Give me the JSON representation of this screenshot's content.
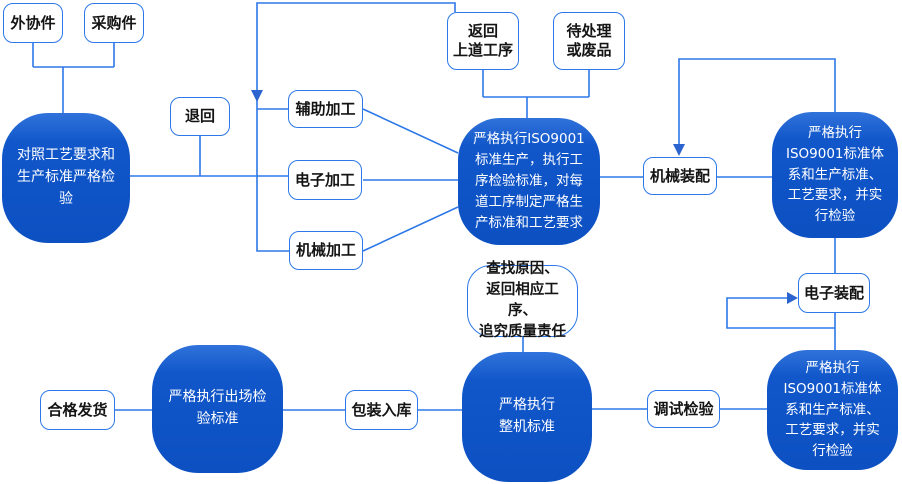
{
  "colors": {
    "blue_node_fill": "#0d53c6",
    "blue_node_fill_light": "#3173db",
    "connector_line": "#2d78e8",
    "arrowhead": "#2b63cf",
    "white_node_border": "#2d78e8",
    "white_node_text": "#141414",
    "blue_node_text": "#ffffff",
    "background": "#ffffff"
  },
  "nodes": {
    "outsourced_parts": {
      "label": "外协件"
    },
    "purchased_parts": {
      "label": "采购件"
    },
    "incoming_inspection": {
      "label": "对照工艺要求和\n生产标准严格检\n验"
    },
    "return_back": {
      "label": "退回"
    },
    "auxiliary_processing": {
      "label": "辅助加工"
    },
    "electronic_processing": {
      "label": "电子加工"
    },
    "mechanical_processing": {
      "label": "机械加工"
    },
    "return_previous_process": {
      "label": "返回\n上道工序"
    },
    "pending_or_scrap": {
      "label": "待处理\n或废品"
    },
    "iso9001_production": {
      "label": "严格执行ISO9001\n标准生产，执行工\n序检验标准，对每\n道工序制定严格生\n产标准和工艺要求"
    },
    "mechanical_assembly": {
      "label": "机械装配"
    },
    "mechanical_assembly_inspection": {
      "label": "严格执行\nISO9001标准体\n系和生产标准、\n工艺要求，并实\n行检验"
    },
    "electronic_assembly": {
      "label": "电子装配"
    },
    "electronic_assembly_inspection": {
      "label": "严格执行\nISO9001标准体\n系和生产标准、\n工艺要求，并实\n行检验"
    },
    "find_cause": {
      "label": "查找原因、\n返回相应工序、\n追究质量责任"
    },
    "debug_inspection": {
      "label": "调试检验"
    },
    "complete_machine_standard": {
      "label": "严格执行\n整机标准"
    },
    "packaging_storage": {
      "label": "包装入库"
    },
    "factory_inspection": {
      "label": "严格执行出场检\n验标准"
    },
    "qualified_shipping": {
      "label": "合格发货"
    }
  }
}
